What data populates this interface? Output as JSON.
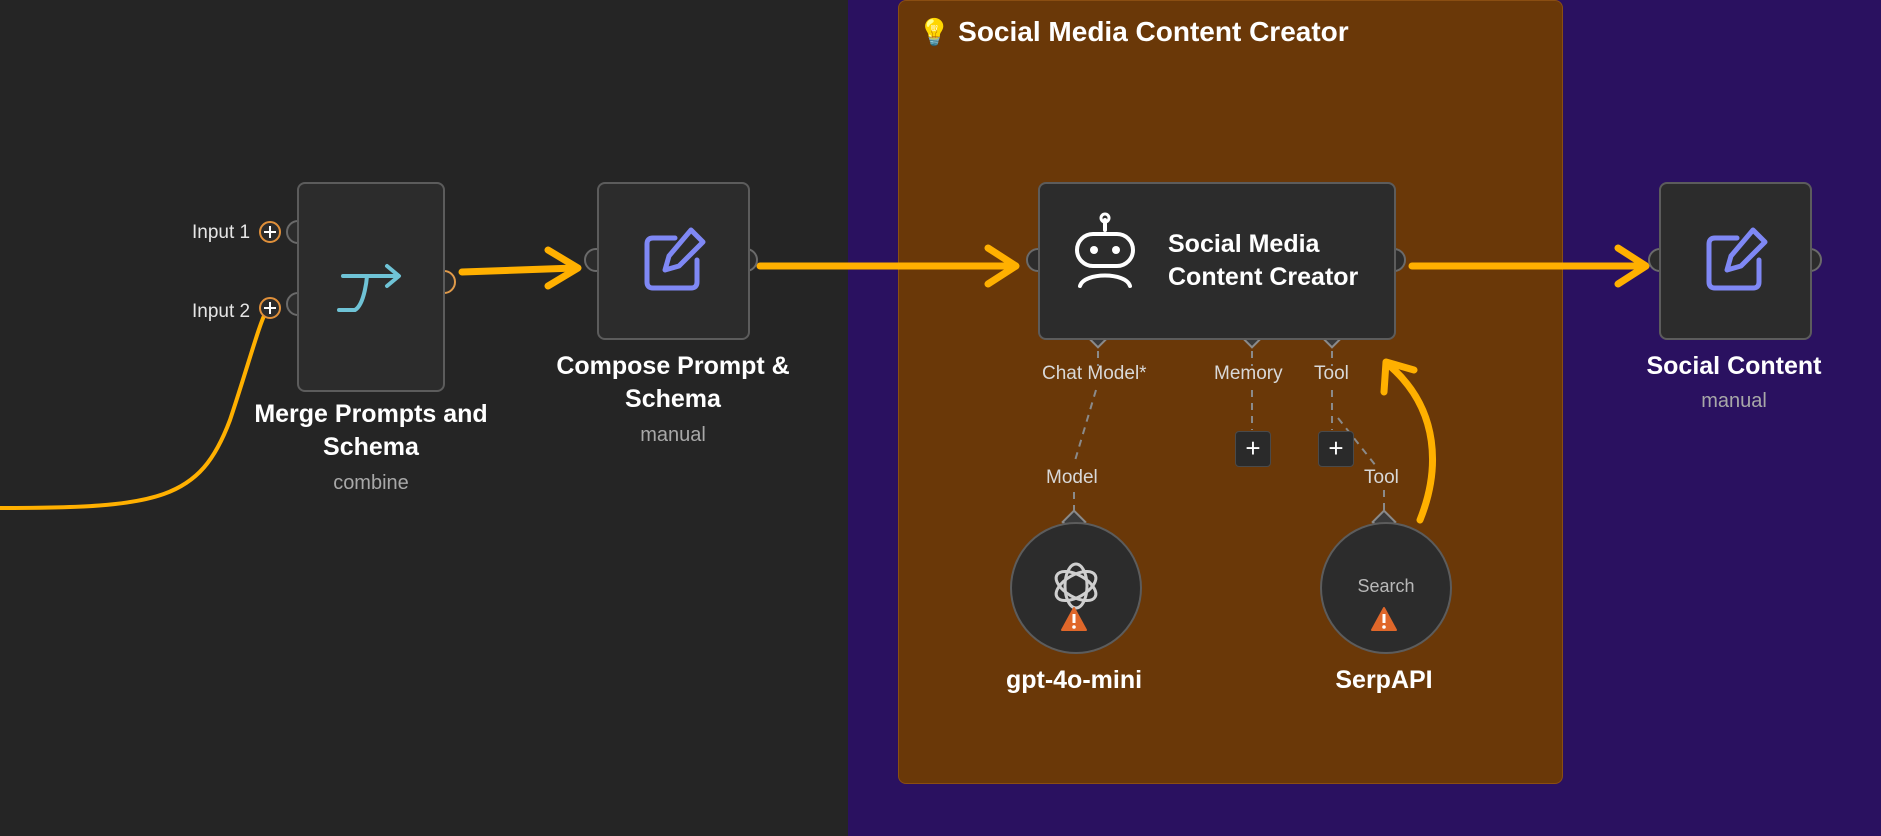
{
  "canvas": {
    "group": {
      "icon": "lightbulb-icon",
      "title": "Social Media Content Creator"
    },
    "nodes": {
      "merge": {
        "icon": "merge-icon",
        "title": "Merge Prompts and Schema",
        "title_line1": "Merge Prompts and",
        "title_line2": "Schema",
        "subtitle": "combine",
        "inputs": [
          "Input 1",
          "Input 2"
        ]
      },
      "compose": {
        "icon": "edit-icon",
        "title_line1": "Compose Prompt &",
        "title_line2": "Schema",
        "subtitle": "manual"
      },
      "agent": {
        "icon": "robot-icon",
        "title_line1": "Social Media",
        "title_line2": "Content Creator",
        "ports": [
          "Chat Model*",
          "Memory",
          "Tool"
        ]
      },
      "social": {
        "icon": "edit-icon",
        "title": "Social Content",
        "subtitle": "manual"
      },
      "gpt": {
        "icon": "openai-icon",
        "port": "Model",
        "title": "gpt-4o-mini",
        "warning": true
      },
      "serp": {
        "inner_text": "Search",
        "port": "Tool",
        "title": "SerpAPI",
        "warning": true
      }
    },
    "colors": {
      "connection": "#ffb000",
      "accent_edit": "#7f88f5",
      "accent_merge": "#6fc3d6",
      "warning": "#e0672a",
      "group_bg": "#6a3808",
      "canvas_right": "#2a1160",
      "canvas_left": "#252525"
    }
  }
}
